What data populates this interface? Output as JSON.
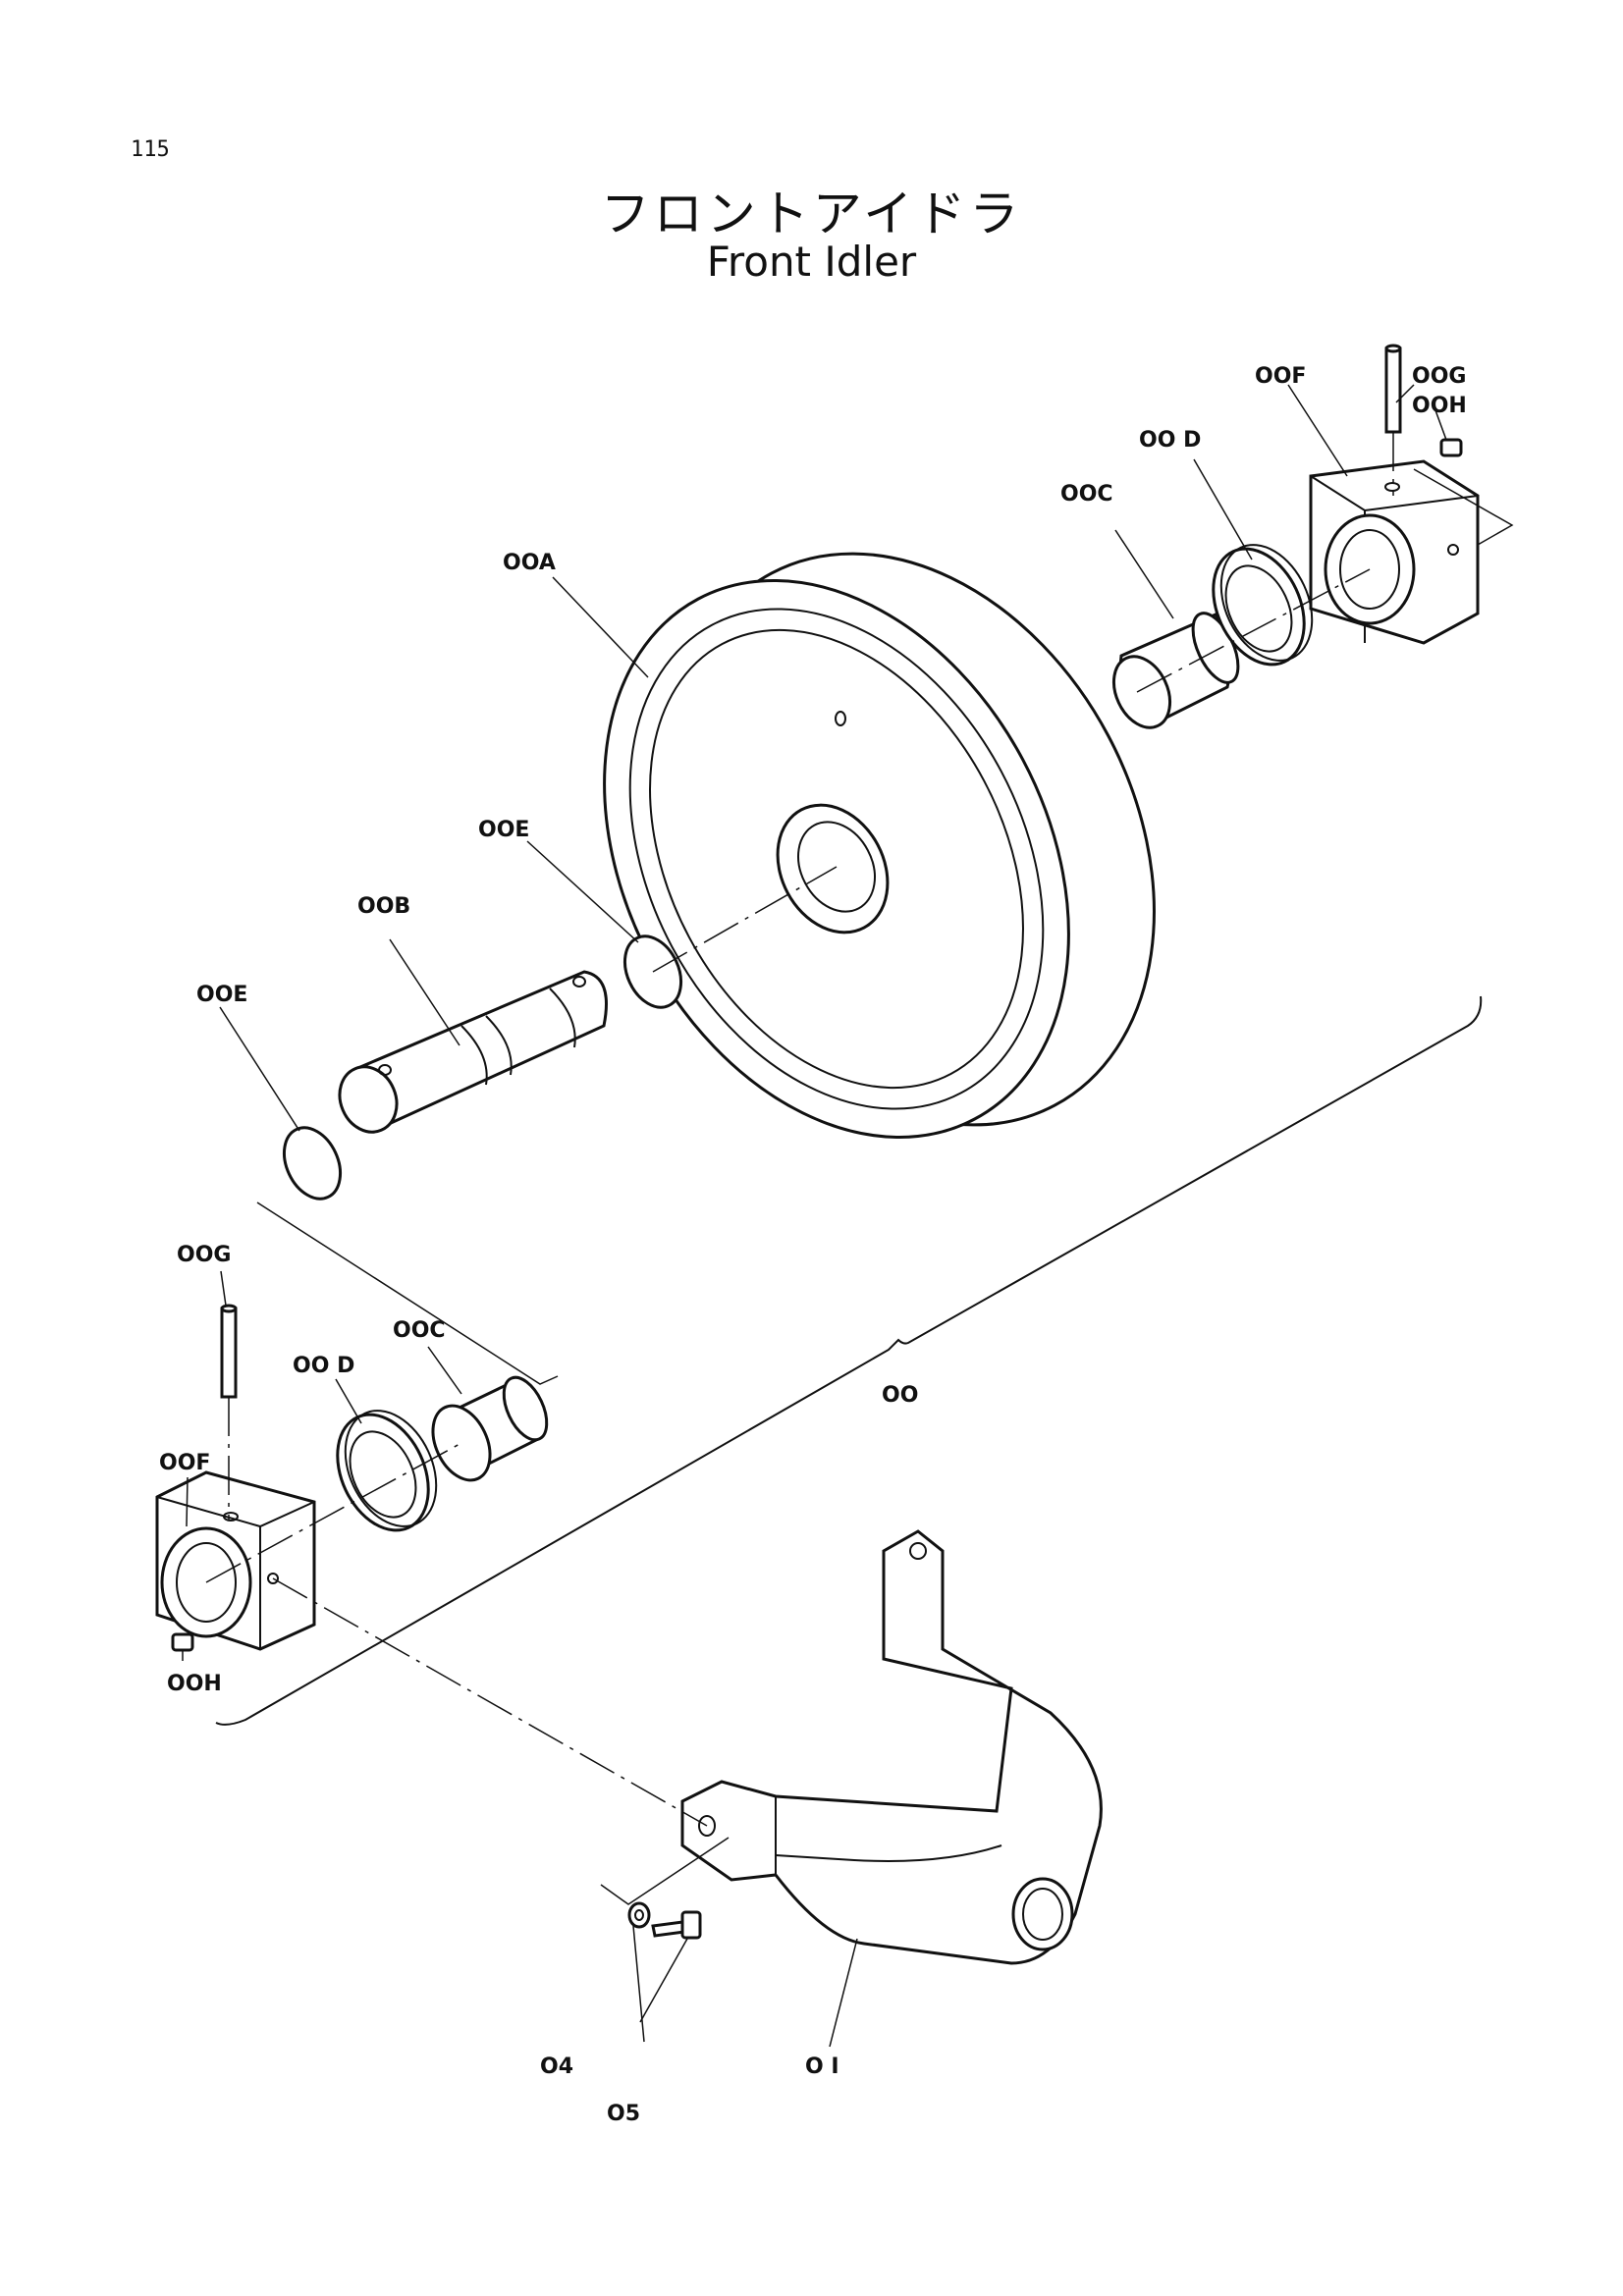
{
  "page_number": "115",
  "title_jp": "フロントアイドラ",
  "title_en": "Front Idler",
  "labels": {
    "ooa": "OOA",
    "oob": "OOB",
    "ooc_right": "OOC",
    "ooc_left": "OOC",
    "ood_right": "OO D",
    "ood_left": "OO D",
    "ooe_center": "OOE",
    "ooe_left": "OOE",
    "oof_right": "OOF",
    "oof_left": "OOF",
    "oog_right": "OOG",
    "oog_left": "OOG",
    "ooh_right": "OOH",
    "ooh_left": "OOH",
    "oo": "OO",
    "p01": "O I",
    "p04": "O4",
    "p05": "O5"
  }
}
